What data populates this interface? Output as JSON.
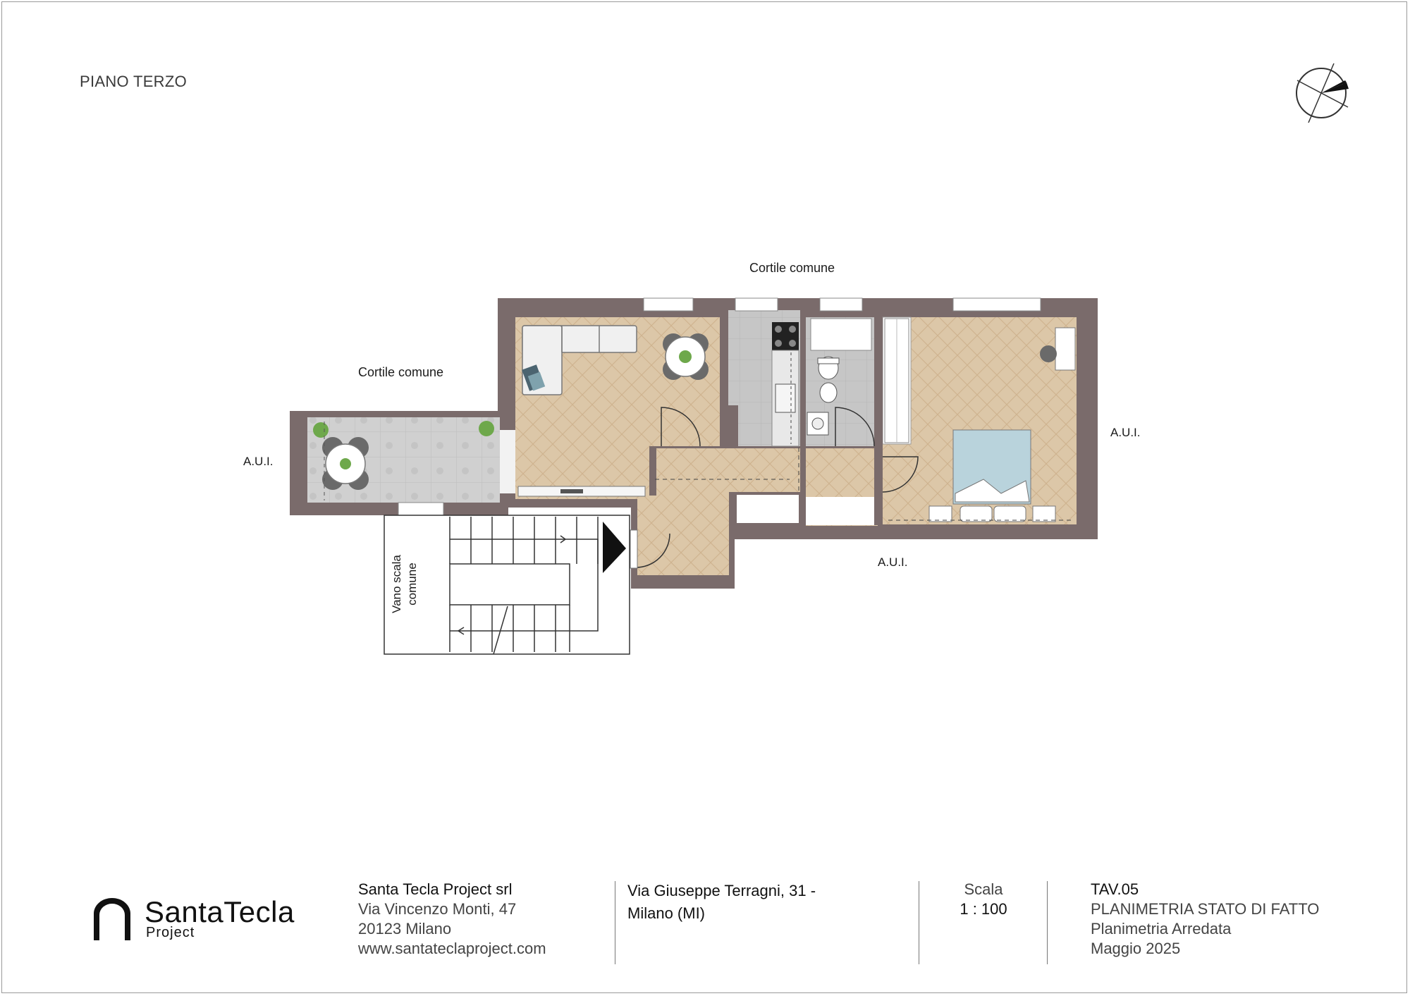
{
  "floor_label": "PIANO TERZO",
  "plan": {
    "labels": {
      "courtyard_top": "Cortile comune",
      "courtyard_left": "Cortile comune",
      "aui_left": "A.U.I.",
      "aui_right": "A.U.I.",
      "aui_bottom": "A.U.I.",
      "stair_line1": "Vano scala",
      "stair_line2": "comune"
    },
    "colors": {
      "wall": "#7a6b6b",
      "parquet": "#dcc7a8",
      "tile": "#c6c6c6",
      "terrace_tile": "#cfcfcf",
      "bed": "#b9d3dc"
    }
  },
  "footer": {
    "logo": {
      "name": "SantaTecla",
      "sub": "Project"
    },
    "company": {
      "name": "Santa Tecla Project srl",
      "street": "Via Vincenzo Monti, 47",
      "city": "20123 Milano",
      "web": "www.santateclaproject.com"
    },
    "address": {
      "line1": "Via Giuseppe Terragni, 31 -",
      "line2": "Milano (MI)"
    },
    "scale": {
      "label": "Scala",
      "value": "1 : 100"
    },
    "sheet": {
      "code": "TAV.05",
      "title": "PLANIMETRIA STATO DI FATTO",
      "subtitle": "Planimetria Arredata",
      "date": "Maggio 2025"
    }
  }
}
